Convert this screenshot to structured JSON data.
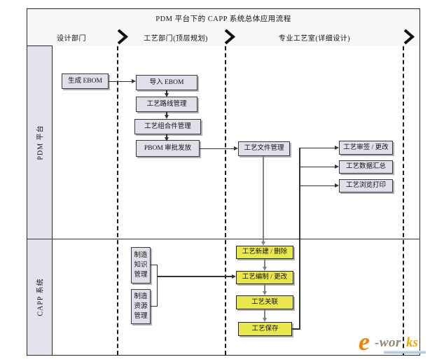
{
  "title": "PDM 平台下的 CAPP 系统总体应用流程",
  "lanes": [
    {
      "label": "设计部门"
    },
    {
      "label": "工艺部门(顶层规划)"
    },
    {
      "label": "专业工艺室(详细设计)"
    }
  ],
  "rows": [
    {
      "label": "PDM 平台"
    },
    {
      "label": "CAPP 系统"
    }
  ],
  "nodes": {
    "gen_ebom": "生成 EBOM",
    "import_ebom": "导入 EBOM",
    "route_mgmt": "工艺路线管理",
    "assembly_mgmt": "工艺组合件管理",
    "pbom_release": "PBOM 审批发放",
    "doc_mgmt": "工艺文件管理",
    "sign_change": "工艺审签 / 更改",
    "data_summary": "工艺数据汇总",
    "browse_print": "工艺浏览打印",
    "mfg_knowledge": "制造知识管理",
    "mfg_resource": "制造资源管理",
    "create_delete": "工艺新建 / 删除",
    "edit_change": "工艺编制 / 更改",
    "relate": "工艺关联",
    "save": "工艺保存"
  },
  "watermark": {
    "e": "e",
    "mid": "-wor",
    "tail": "ks"
  },
  "colors": {
    "highlight_yellow": "#e9e74d",
    "node_gray": "#e0e0ea",
    "row_label_fill": "#e3e3ed",
    "logo_orange": "#f08200",
    "logo_gray": "#93836f"
  }
}
